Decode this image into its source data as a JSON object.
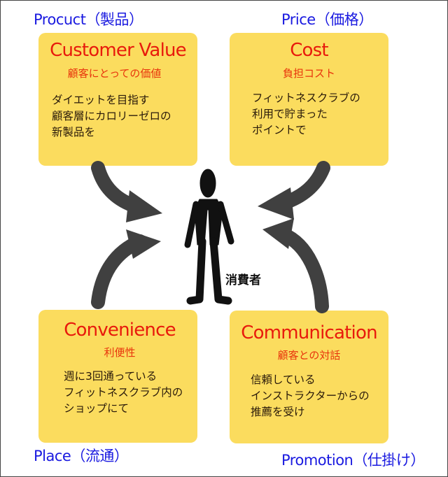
{
  "quadrants": [
    {
      "label": "Procuct（製品）",
      "title": "Customer Value",
      "subtitle": "顧客にとっての価値",
      "body": [
        "ダイエットを目指す",
        "顧客層にカロリーゼロの",
        "新製品を"
      ]
    },
    {
      "label": "Price（価格）",
      "title": "Cost",
      "subtitle": "負担コスト",
      "body": [
        "フィットネスクラブの",
        "利用で貯まった",
        "ポイントで"
      ]
    },
    {
      "label": "Place（流通）",
      "title": "Convenience",
      "subtitle": "利便性",
      "body": [
        "週に3回通っている",
        "フィットネスクラブ内の",
        "ショップにて"
      ]
    },
    {
      "label": "Promotion（仕掛け）",
      "title": "Communication",
      "subtitle": "顧客との対話",
      "body": [
        "信頼している",
        "インストラクターからの",
        "推薦を受け"
      ]
    }
  ],
  "center": {
    "label": "消費者"
  },
  "colors": {
    "box": "#fbdc5e",
    "title": "#e81a0c",
    "label": "#1a1ae0",
    "arrow": "#404040"
  }
}
